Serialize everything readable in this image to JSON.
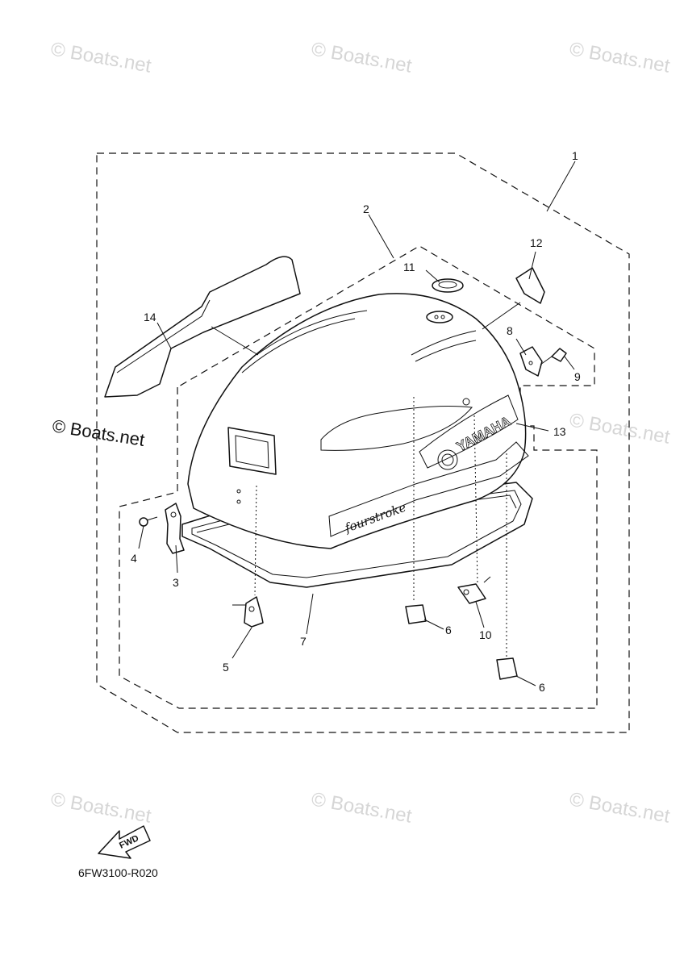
{
  "watermark": {
    "text": "© Boats.net",
    "side_text": "© Boats.net"
  },
  "callouts": {
    "c1": "1",
    "c2": "2",
    "c3": "3",
    "c4": "4",
    "c5": "5",
    "c6a": "6",
    "c6b": "6",
    "c7": "7",
    "c8": "8",
    "c9": "9",
    "c10": "10",
    "c11": "11",
    "c12": "12",
    "c13": "13",
    "c14": "14"
  },
  "decal": {
    "brand": "YAMAHA",
    "script": "fourstroke"
  },
  "fwd_label": "FWD",
  "diagram_code": "6FW3100-R020"
}
